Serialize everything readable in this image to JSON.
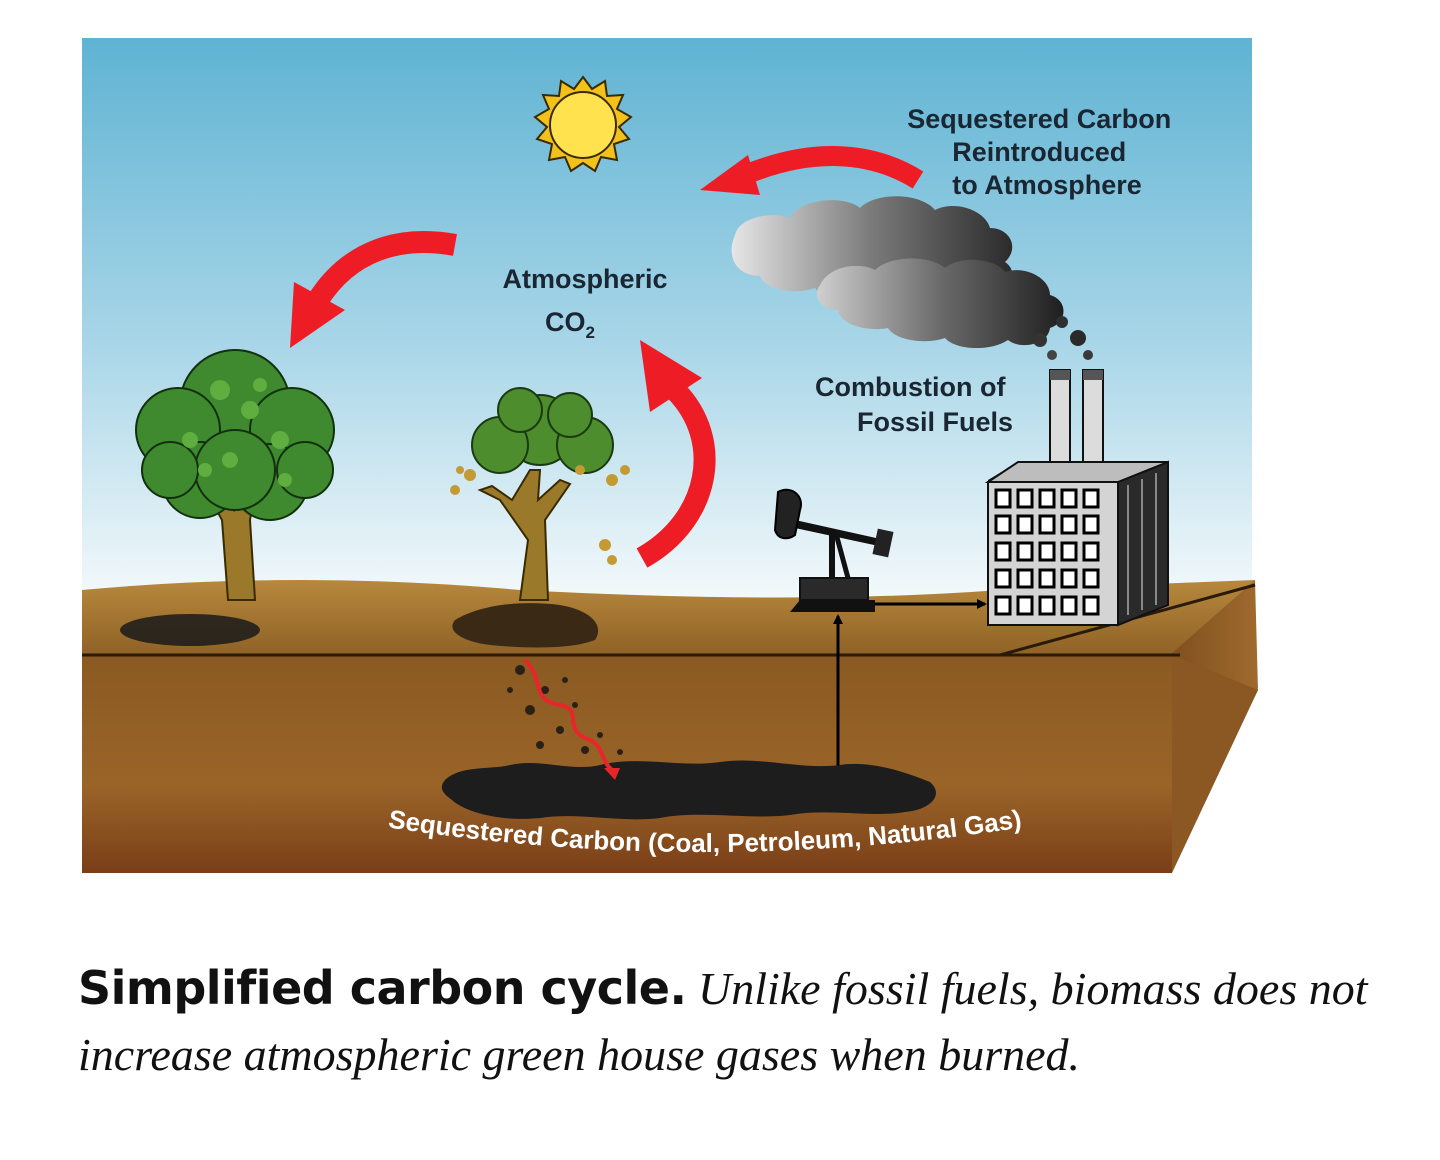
{
  "diagram": {
    "labels": {
      "sequestered_reintroduced": [
        "Sequestered Carbon",
        "Reintroduced",
        "to Atmosphere"
      ],
      "atmospheric": "Atmospheric",
      "co2_base": "CO",
      "co2_sub": "2",
      "combustion": [
        "Combustion of",
        "Fossil Fuels"
      ],
      "sequestered_underground": "Sequestered Carbon (Coal, Petroleum, Natural Gas)"
    },
    "colors": {
      "sky_top": "#5fb3d3",
      "sky_bottom": "#f2f8fb",
      "soil": "#8a5a22",
      "arrow_red": "#ee1c25",
      "sun": "#ffe24d"
    }
  },
  "caption": {
    "bold": "Simplified carbon cycle.",
    "italic": "Unlike fossil fuels, biomass does not increase atmospheric green house gases when burned."
  }
}
